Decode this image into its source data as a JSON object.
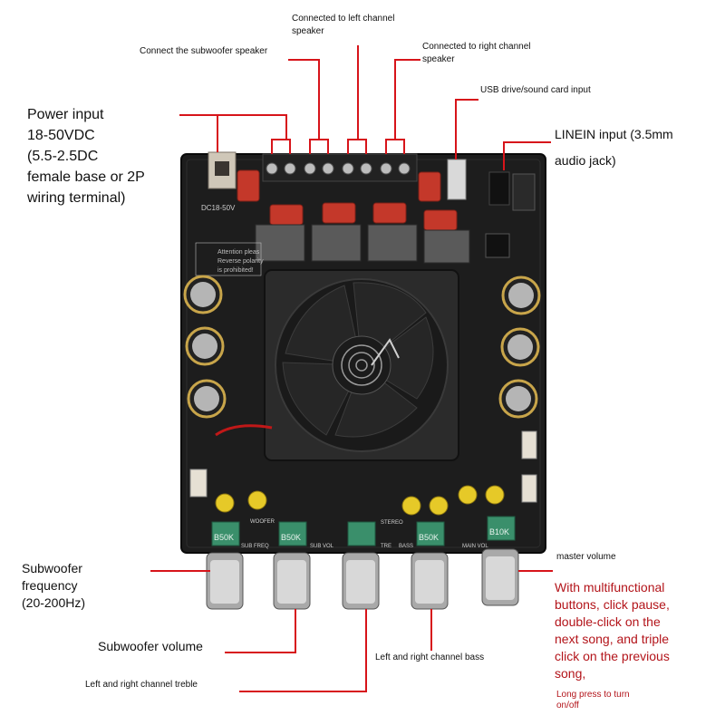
{
  "labels": {
    "left_ch_1": "Connected to left channel",
    "left_ch_2": "speaker",
    "subwoofer_speaker": "Connect the subwoofer speaker",
    "right_ch_1": "Connected to right channel",
    "right_ch_2": "speaker",
    "usb_input": "USB drive/sound card input",
    "power_1": "Power input",
    "power_2": "18-50VDC",
    "power_3": "(5.5-2.5DC",
    "power_4": "female base or 2P",
    "power_5": "wiring terminal)",
    "linein_1": "LINEIN input (3.5mm",
    "linein_2": "audio jack)",
    "sub_freq_1": "Subwoofer",
    "sub_freq_2": "frequency",
    "sub_freq_3": "(20-200Hz)",
    "sub_vol": "Subwoofer volume",
    "treble": "Left and right channel treble",
    "bass": "Left and right channel bass",
    "master": "master volume",
    "multi_1": "With multifunctional",
    "multi_2": "buttons, click pause,",
    "multi_3": "double-click on the",
    "multi_4": "next song, and triple",
    "multi_5": "click on the previous",
    "multi_6": "song,",
    "long_press_1": "Long press to turn",
    "long_press_2": "on/off"
  },
  "board_text": {
    "dc_rating": "DC18-50V",
    "warning_1": "Attention pleas",
    "warning_2": "Reverse polarity",
    "warning_3": "is prohibited!",
    "knob_1": "B50K",
    "knob_2": "B50K",
    "knob_4": "B50K",
    "knob_5": "B10K",
    "silk_sub_freq": "SUB FREQ",
    "silk_sub_vol": "SUB VOL",
    "silk_woofer": "WOOFER",
    "silk_stereo": "STEREO",
    "silk_tre": "TRE",
    "silk_bass": "BASS",
    "silk_main_vol": "MAIN VOL"
  },
  "colors": {
    "leader": "#d7141a",
    "board": "#1d1d1d",
    "accent_text": "#b3141a"
  }
}
